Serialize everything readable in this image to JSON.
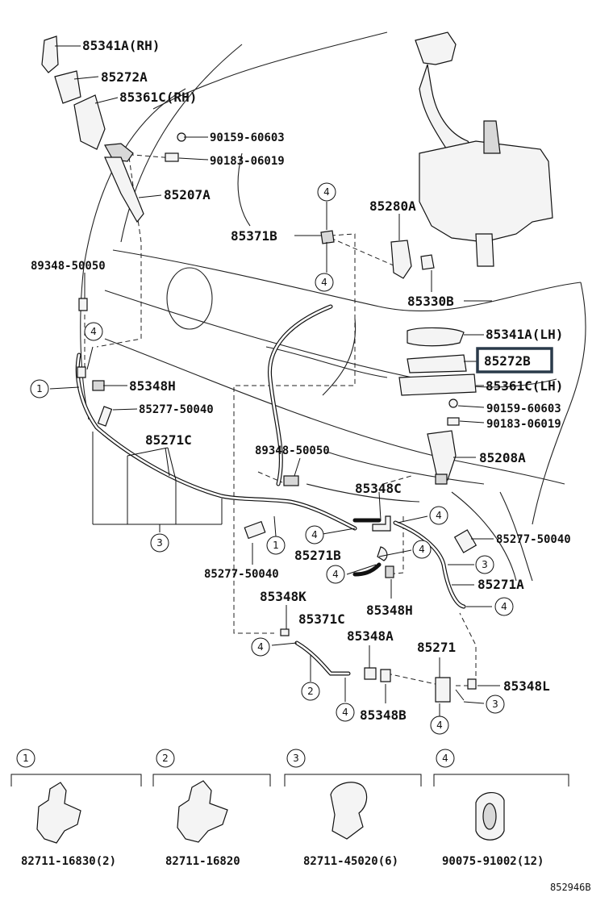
{
  "labels": {
    "p85341A_rh": "85341A(RH)",
    "p85272A": "85272A",
    "p85361C_rh": "85361C(RH)",
    "p90159_a": "90159-60603",
    "p90183_a": "90183-06019",
    "p85207A": "85207A",
    "p85280A": "85280A",
    "p85371B": "85371B",
    "p89348_a": "89348-50050",
    "p85330B": "85330B",
    "p85341A_lh": "85341A(LH)",
    "p85272B": "85272B",
    "p85361C_lh": "85361C(LH)",
    "p90159_b": "90159-60603",
    "p90183_b": "90183-06019",
    "p85348H_a": "85348H",
    "p85277_a": "85277-50040",
    "p85271C": "85271C",
    "p89348_b": "89348-50050",
    "p85208A": "85208A",
    "p85348C": "85348C",
    "p85277_b": "85277-50040",
    "p85271B": "85271B",
    "p85277_c": "85277-50040",
    "p85271A": "85271A",
    "p85348H_b": "85348H",
    "p85348K": "85348K",
    "p85371C": "85371C",
    "p85348A": "85348A",
    "p85271": "85271",
    "p85348L": "85348L",
    "p85348B": "85348B"
  },
  "callouts": {
    "c1": "1",
    "c2": "2",
    "c3": "3",
    "c4": "4"
  },
  "legend": [
    {
      "num": "1",
      "part": "82711-16830(2)"
    },
    {
      "num": "2",
      "part": "82711-16820"
    },
    {
      "num": "3",
      "part": "82711-45020(6)"
    },
    {
      "num": "4",
      "part": "90075-91002(12)"
    }
  ],
  "diagram_code": "852946B",
  "highlight_color": "#2a3a4a"
}
